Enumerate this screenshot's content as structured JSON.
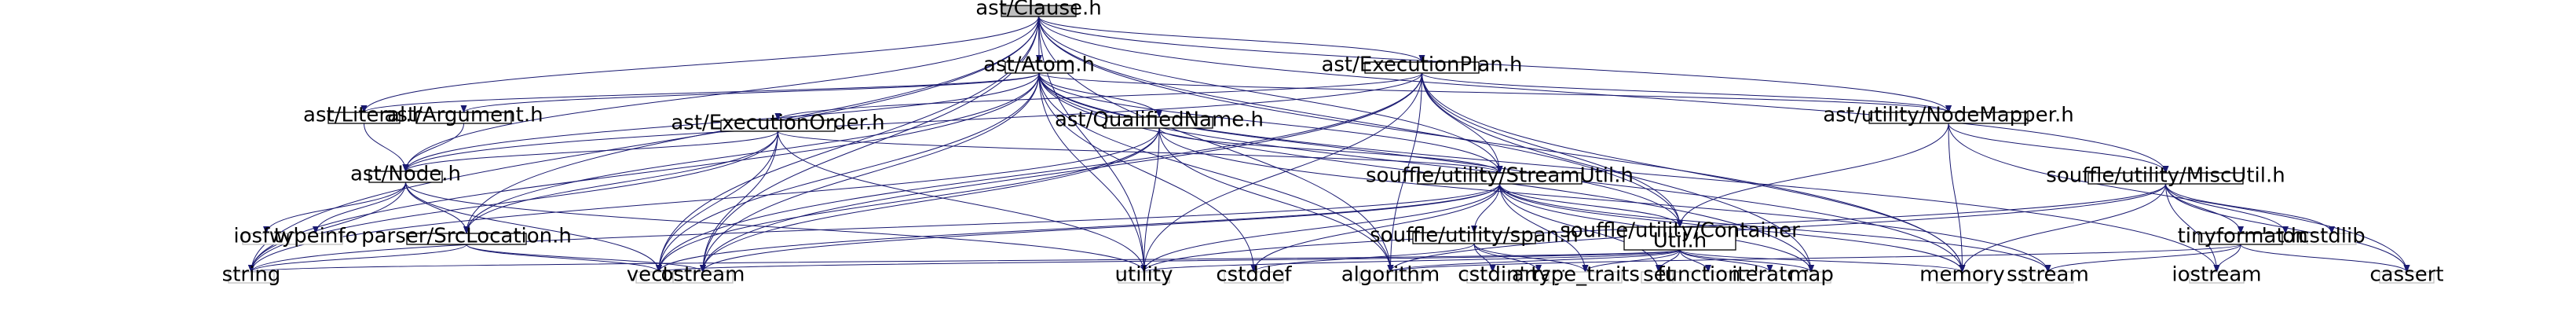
{
  "graph": {
    "root": "ast/Clause.h",
    "colors": {
      "edge": "#191970",
      "root_fill": "#bfbfbf",
      "root_stroke": "#000000",
      "local_fill": "#ffffff",
      "local_stroke": "#000000",
      "system_fill": "#ffffff",
      "system_stroke": "#bfbfbf",
      "text": "#000000",
      "background": "#ffffff"
    },
    "nodes": [
      {
        "id": "clause",
        "label": "ast/Clause.h",
        "kind": "root"
      },
      {
        "id": "atom",
        "label": "ast/Atom.h",
        "kind": "local"
      },
      {
        "id": "execplan",
        "label": "ast/ExecutionPlan.h",
        "kind": "local"
      },
      {
        "id": "literal",
        "label": "ast/Literal.h",
        "kind": "local"
      },
      {
        "id": "argument",
        "label": "ast/Argument.h",
        "kind": "local"
      },
      {
        "id": "execorder",
        "label": "ast/ExecutionOrder.h",
        "kind": "local"
      },
      {
        "id": "qualname",
        "label": "ast/QualifiedName.h",
        "kind": "local"
      },
      {
        "id": "nodemapper",
        "label": "ast/utility/NodeMapper.h",
        "kind": "local"
      },
      {
        "id": "node",
        "label": "ast/Node.h",
        "kind": "local"
      },
      {
        "id": "streamutil",
        "label": "souffle/utility/StreamUtil.h",
        "kind": "local"
      },
      {
        "id": "miscutil",
        "label": "souffle/utility/MiscUtil.h",
        "kind": "local"
      },
      {
        "id": "iosfwd",
        "label": "iosfwd",
        "kind": "system"
      },
      {
        "id": "typeinfo",
        "label": "typeinfo",
        "kind": "system"
      },
      {
        "id": "srcloc",
        "label": "parser/SrcLocation.h",
        "kind": "local"
      },
      {
        "id": "span",
        "label": "souffle/utility/span.h",
        "kind": "local"
      },
      {
        "id": "container",
        "label": [
          "souffle/utility/Container",
          "Util.h"
        ],
        "kind": "local"
      },
      {
        "id": "chrono",
        "label": "chrono",
        "kind": "system"
      },
      {
        "id": "cstdlib",
        "label": "cstdlib",
        "kind": "system"
      },
      {
        "id": "tinyformat",
        "label": "tinyformat.h",
        "kind": "local"
      },
      {
        "id": "string",
        "label": "string",
        "kind": "system"
      },
      {
        "id": "vector",
        "label": "vector",
        "kind": "system"
      },
      {
        "id": "ostream",
        "label": "ostream",
        "kind": "system"
      },
      {
        "id": "utility",
        "label": "utility",
        "kind": "system"
      },
      {
        "id": "cstddef",
        "label": "cstddef",
        "kind": "system"
      },
      {
        "id": "algorithm",
        "label": "algorithm",
        "kind": "system"
      },
      {
        "id": "cstdint",
        "label": "cstdint",
        "kind": "system"
      },
      {
        "id": "array",
        "label": "array",
        "kind": "system"
      },
      {
        "id": "type_traits",
        "label": "type_traits",
        "kind": "system"
      },
      {
        "id": "set",
        "label": "set",
        "kind": "system"
      },
      {
        "id": "functional",
        "label": "functional",
        "kind": "system"
      },
      {
        "id": "iterator",
        "label": "iterator",
        "kind": "system"
      },
      {
        "id": "map",
        "label": "map",
        "kind": "system"
      },
      {
        "id": "memory",
        "label": "memory",
        "kind": "system"
      },
      {
        "id": "sstream",
        "label": "sstream",
        "kind": "system"
      },
      {
        "id": "iostream",
        "label": "iostream",
        "kind": "system"
      },
      {
        "id": "cassert",
        "label": "cassert",
        "kind": "system"
      }
    ],
    "edges": [
      [
        "clause",
        "atom"
      ],
      [
        "clause",
        "execplan"
      ],
      [
        "clause",
        "literal"
      ],
      [
        "clause",
        "node"
      ],
      [
        "clause",
        "nodemapper"
      ],
      [
        "clause",
        "srcloc"
      ],
      [
        "clause",
        "streamutil"
      ],
      [
        "clause",
        "container"
      ],
      [
        "clause",
        "miscutil"
      ],
      [
        "clause",
        "string"
      ],
      [
        "clause",
        "vector"
      ],
      [
        "clause",
        "ostream"
      ],
      [
        "clause",
        "utility"
      ],
      [
        "clause",
        "algorithm"
      ],
      [
        "clause",
        "memory"
      ],
      [
        "atom",
        "literal"
      ],
      [
        "atom",
        "argument"
      ],
      [
        "atom",
        "qualname"
      ],
      [
        "atom",
        "node"
      ],
      [
        "atom",
        "srcloc"
      ],
      [
        "atom",
        "streamutil"
      ],
      [
        "atom",
        "container"
      ],
      [
        "atom",
        "nodemapper"
      ],
      [
        "atom",
        "string"
      ],
      [
        "atom",
        "vector"
      ],
      [
        "atom",
        "ostream"
      ],
      [
        "atom",
        "utility"
      ],
      [
        "atom",
        "cstddef"
      ],
      [
        "atom",
        "algorithm"
      ],
      [
        "atom",
        "memory"
      ],
      [
        "atom",
        "iostream"
      ],
      [
        "atom",
        "map"
      ],
      [
        "execplan",
        "execorder"
      ],
      [
        "execplan",
        "nodemapper"
      ],
      [
        "execplan",
        "node"
      ],
      [
        "execplan",
        "streamutil"
      ],
      [
        "execplan",
        "container"
      ],
      [
        "execplan",
        "map"
      ],
      [
        "execplan",
        "ostream"
      ],
      [
        "execplan",
        "utility"
      ],
      [
        "execplan",
        "algorithm"
      ],
      [
        "execplan",
        "memory"
      ],
      [
        "execplan",
        "vector"
      ],
      [
        "literal",
        "node"
      ],
      [
        "argument",
        "node"
      ],
      [
        "execorder",
        "node"
      ],
      [
        "execorder",
        "srcloc"
      ],
      [
        "execorder",
        "streamutil"
      ],
      [
        "execorder",
        "string"
      ],
      [
        "execorder",
        "vector"
      ],
      [
        "execorder",
        "ostream"
      ],
      [
        "execorder",
        "utility"
      ],
      [
        "qualname",
        "streamutil"
      ],
      [
        "qualname",
        "string"
      ],
      [
        "qualname",
        "vector"
      ],
      [
        "qualname",
        "ostream"
      ],
      [
        "qualname",
        "utility"
      ],
      [
        "qualname",
        "algorithm"
      ],
      [
        "qualname",
        "sstream"
      ],
      [
        "nodemapper",
        "container"
      ],
      [
        "nodemapper",
        "miscutil"
      ],
      [
        "nodemapper",
        "memory"
      ],
      [
        "nodemapper",
        "cassert"
      ],
      [
        "node",
        "iosfwd"
      ],
      [
        "node",
        "typeinfo"
      ],
      [
        "node",
        "srcloc"
      ],
      [
        "node",
        "string"
      ],
      [
        "node",
        "vector"
      ],
      [
        "node",
        "utility"
      ],
      [
        "srcloc",
        "string"
      ],
      [
        "srcloc",
        "ostream"
      ],
      [
        "srcloc",
        "vector"
      ],
      [
        "streamutil",
        "span"
      ],
      [
        "streamutil",
        "container"
      ],
      [
        "streamutil",
        "string"
      ],
      [
        "streamutil",
        "vector"
      ],
      [
        "streamutil",
        "ostream"
      ],
      [
        "streamutil",
        "utility"
      ],
      [
        "streamutil",
        "type_traits"
      ],
      [
        "streamutil",
        "set"
      ],
      [
        "streamutil",
        "map"
      ],
      [
        "streamutil",
        "memory"
      ],
      [
        "streamutil",
        "cstddef"
      ],
      [
        "streamutil",
        "sstream"
      ],
      [
        "span",
        "cstddef"
      ],
      [
        "span",
        "cstdint"
      ],
      [
        "span",
        "array"
      ],
      [
        "span",
        "type_traits"
      ],
      [
        "container",
        "vector"
      ],
      [
        "container",
        "utility"
      ],
      [
        "container",
        "type_traits"
      ],
      [
        "container",
        "set"
      ],
      [
        "container",
        "functional"
      ],
      [
        "container",
        "iterator"
      ],
      [
        "container",
        "map"
      ],
      [
        "container",
        "memory"
      ],
      [
        "container",
        "algorithm"
      ],
      [
        "container",
        "string"
      ],
      [
        "miscutil",
        "tinyformat"
      ],
      [
        "miscutil",
        "chrono"
      ],
      [
        "miscutil",
        "cstdlib"
      ],
      [
        "miscutil",
        "cassert"
      ],
      [
        "miscutil",
        "iostream"
      ],
      [
        "miscutil",
        "memory"
      ],
      [
        "miscutil",
        "utility"
      ],
      [
        "miscutil",
        "algorithm"
      ],
      [
        "tinyformat",
        "cassert"
      ],
      [
        "tinyformat",
        "iostream"
      ],
      [
        "tinyformat",
        "sstream"
      ],
      [
        "tinyformat",
        "algorithm"
      ]
    ]
  }
}
